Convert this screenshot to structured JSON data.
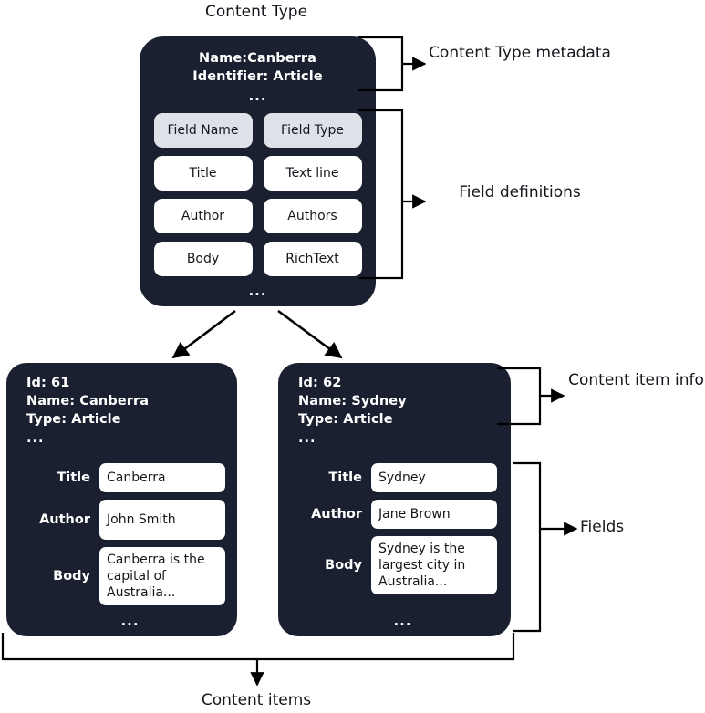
{
  "diagram": {
    "title_top": "Content Type",
    "title_bottom": "Content items",
    "ellipsis": "..."
  },
  "content_type": {
    "metadata": {
      "name_line": "Name:Canberra",
      "identifier_line": "Identifier: Article",
      "ellipsis": "..."
    },
    "field_table": {
      "headers": [
        "Field Name",
        "Field Type"
      ],
      "rows": [
        [
          "Title",
          "Text line"
        ],
        [
          "Author",
          "Authors"
        ],
        [
          "Body",
          "RichText"
        ]
      ],
      "ellipsis": "..."
    }
  },
  "content_items": [
    {
      "id_line": "Id: 61",
      "name_line": "Name: Canberra",
      "type_line": "Type: Article",
      "ellipsis": "...",
      "fields": [
        {
          "label": "Title",
          "value": "Canberra",
          "size": "one"
        },
        {
          "label": "Author",
          "value": "John Smith",
          "size": "two"
        },
        {
          "label": "Body",
          "value": "Canberra is the capital of Australia...",
          "size": "three"
        }
      ],
      "fields_ellipsis": "..."
    },
    {
      "id_line": "Id: 62",
      "name_line": "Name: Sydney",
      "type_line": "Type: Article",
      "ellipsis": "...",
      "fields": [
        {
          "label": "Title",
          "value": "Sydney",
          "size": "one"
        },
        {
          "label": "Author",
          "value": "Jane Brown",
          "size": "one"
        },
        {
          "label": "Body",
          "value": "Sydney is the largest city in Australia...",
          "size": "three"
        }
      ],
      "fields_ellipsis": "..."
    }
  ],
  "annotations": {
    "content_type_metadata": "Content Type metadata",
    "field_definitions": "Field definitions",
    "content_item_info": "Content item info",
    "fields": "Fields"
  },
  "colors": {
    "card_background": "#1a2030",
    "card_text": "#ffffff",
    "chip_background": "#ffffff",
    "chip_header_background": "#dfe1e9",
    "chip_text": "#15161c",
    "page_background": "#ffffff",
    "line": "#000000"
  }
}
